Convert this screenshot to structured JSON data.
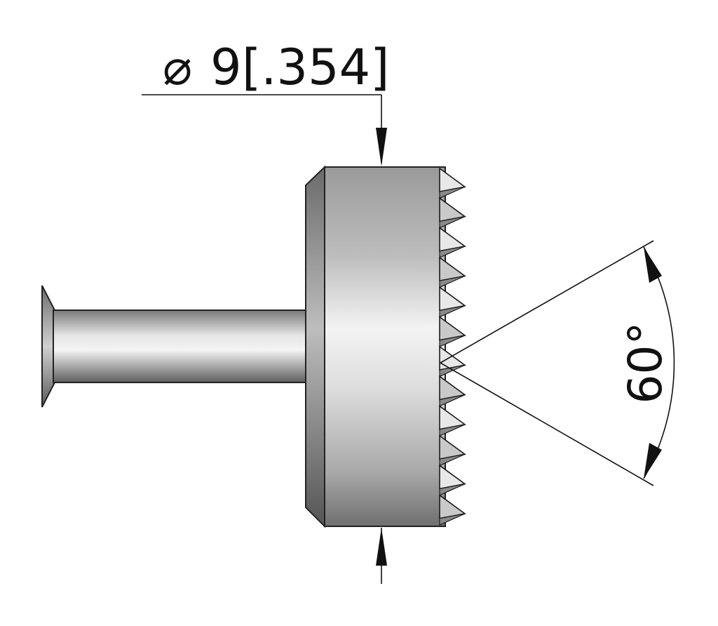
{
  "diameter_dimension": {
    "symbol": "⌀",
    "value": "9",
    "value_inch": "[.354]"
  },
  "angle_dimension": {
    "value": "60°"
  },
  "colors": {
    "line": "#111111",
    "steel_dark": "#6e6e6e",
    "steel_light": "#f2f2f2"
  }
}
